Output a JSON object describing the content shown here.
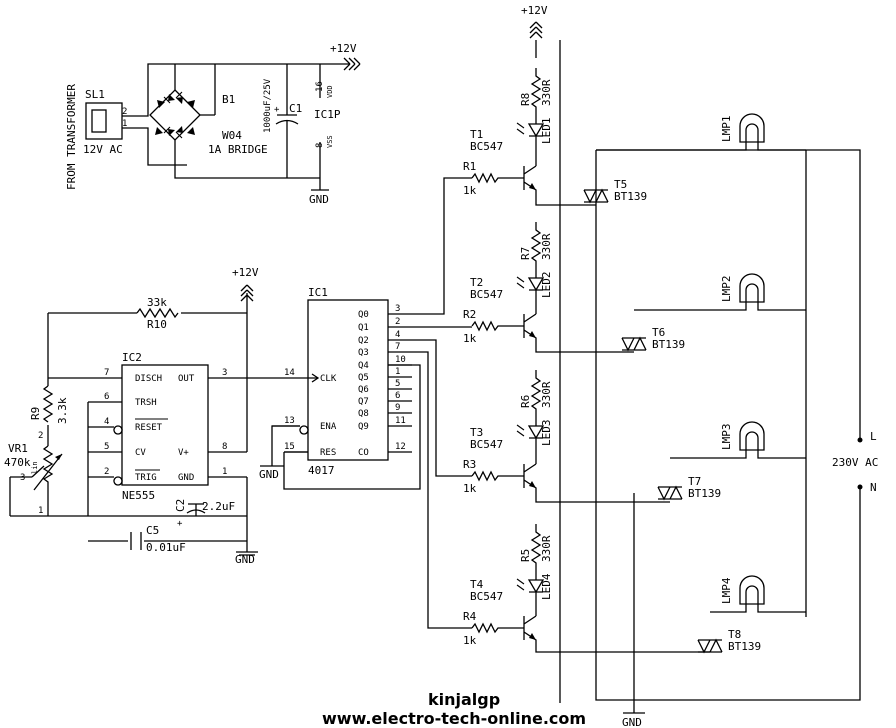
{
  "labels": {
    "from_transformer": "FROM TRANSFORMER",
    "sl1": "SL1",
    "v12ac": "12V AC",
    "sl1_pin2": "2",
    "sl1_pin1": "1",
    "b1": "B1",
    "w04": "W04",
    "bridge": "1A BRIDGE",
    "c1_val": "1000uF/25V",
    "c1": "C1",
    "c1_plus": "+",
    "ic1p": "IC1P",
    "vdd_pin": "16",
    "vdd": "VDD",
    "vss_pin": "8",
    "vss": "VSS",
    "gnd_top": "GND",
    "plus12_supply": "+12V",
    "plus12_top": "+12V",
    "plus12_555": "+12V",
    "gnd_555": "GND",
    "gnd_4017": "GND",
    "gnd_bottom": "GND",
    "r10_val": "33k",
    "r10": "R10",
    "r9": "R9",
    "r9_val": "3.3k",
    "vr1": "VR1",
    "vr1_val": "470k",
    "vr1_lin": "lin",
    "vr1_p1": "1",
    "vr1_p2": "2",
    "vr1_p3": "3",
    "ic2": "IC2",
    "ne555": "NE555",
    "c2": "C2",
    "c2_val": "2.2uF",
    "c2_plus": "+",
    "c5": "C5",
    "c5_val": "0.01uF",
    "ic1": "IC1",
    "ic1_part": "4017",
    "kinjalgp": "kinjalgp",
    "website": "www.electro-tech-online.com",
    "l": "L",
    "ac230": "230V AC",
    "n": "N"
  },
  "ne555": {
    "pins_left": [
      {
        "num": "7",
        "name": "DISCH"
      },
      {
        "num": "6",
        "name": "TRSH"
      },
      {
        "num": "4",
        "name": "RESET"
      },
      {
        "num": "5",
        "name": "CV"
      },
      {
        "num": "2",
        "name": "TRIG"
      }
    ],
    "pins_right": [
      {
        "num": "3",
        "name": "OUT"
      },
      {
        "num": "8",
        "name": "V+"
      },
      {
        "num": "1",
        "name": "GND"
      }
    ]
  },
  "cd4017": {
    "pins_left": [
      {
        "num": "14",
        "name": "CLK"
      },
      {
        "num": "13",
        "name": "ENA"
      },
      {
        "num": "15",
        "name": "RES"
      }
    ],
    "outputs": [
      {
        "name": "Q0",
        "num": "3"
      },
      {
        "name": "Q1",
        "num": "2"
      },
      {
        "name": "Q2",
        "num": "4"
      },
      {
        "name": "Q3",
        "num": "7"
      },
      {
        "name": "Q4",
        "num": "10"
      },
      {
        "name": "Q5",
        "num": "1"
      },
      {
        "name": "Q6",
        "num": "5"
      },
      {
        "name": "Q7",
        "num": "6"
      },
      {
        "name": "Q8",
        "num": "9"
      },
      {
        "name": "Q9",
        "num": "11"
      },
      {
        "name": "CO",
        "num": "12"
      }
    ]
  },
  "channels": [
    {
      "led_r": "R8",
      "led_r_val": "330R",
      "led": "LED1",
      "t": "T1",
      "t_part": "BC547",
      "rb": "R1",
      "rb_val": "1k",
      "triac": "T5",
      "triac_part": "BT139",
      "lamp": "LMP1"
    },
    {
      "led_r": "R7",
      "led_r_val": "330R",
      "led": "LED2",
      "t": "T2",
      "t_part": "BC547",
      "rb": "R2",
      "rb_val": "1k",
      "triac": "T6",
      "triac_part": "BT139",
      "lamp": "LMP2"
    },
    {
      "led_r": "R6",
      "led_r_val": "330R",
      "led": "LED3",
      "t": "T3",
      "t_part": "BC547",
      "rb": "R3",
      "rb_val": "1k",
      "triac": "T7",
      "triac_part": "BT139",
      "lamp": "LMP3"
    },
    {
      "led_r": "R5",
      "led_r_val": "330R",
      "led": "LED4",
      "t": "T4",
      "t_part": "BC547",
      "rb": "R4",
      "rb_val": "1k",
      "triac": "T8",
      "triac_part": "BT139",
      "lamp": "LMP4"
    }
  ]
}
